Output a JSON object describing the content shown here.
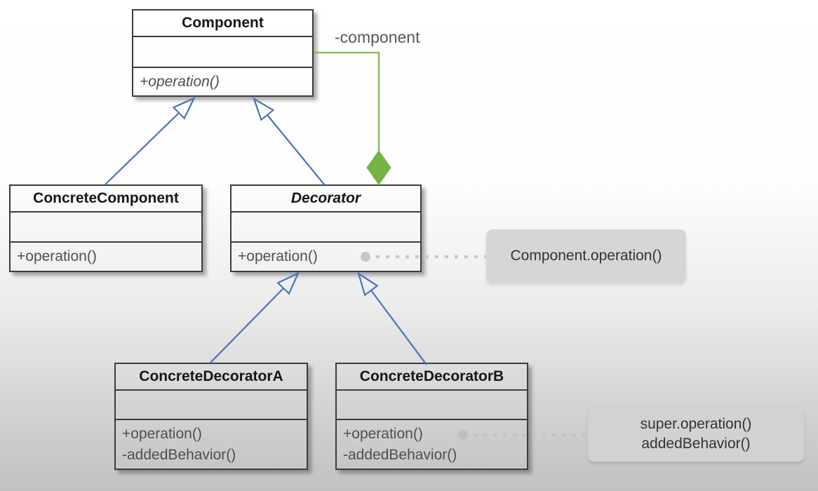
{
  "classes": {
    "component": {
      "name": "Component",
      "methods": [
        "+operation()"
      ]
    },
    "concrete_component": {
      "name": "ConcreteComponent",
      "methods": [
        "+operation()"
      ]
    },
    "decorator": {
      "name": "Decorator",
      "methods": [
        "+operation()"
      ]
    },
    "concrete_decorator_a": {
      "name": "ConcreteDecoratorA",
      "methods": [
        "+operation()",
        "-addedBehavior()"
      ]
    },
    "concrete_decorator_b": {
      "name": "ConcreteDecoratorB",
      "methods": [
        "+operation()",
        "-addedBehavior()"
      ]
    }
  },
  "labels": {
    "association": "-component"
  },
  "notes": {
    "decorator_note": {
      "line1": "Component.operation()"
    },
    "decorator_b_note": {
      "line1": "super.operation()",
      "line2": "addedBehavior()"
    }
  },
  "colors": {
    "inheritance_blue": "#4a72b8",
    "composition_green_fill": "#74b344",
    "composition_green_line": "#8cba62",
    "dotted_connector_gray": "#c6c6c6",
    "note_background": "#d6d6d6",
    "box_border": "#3c3c3c"
  }
}
